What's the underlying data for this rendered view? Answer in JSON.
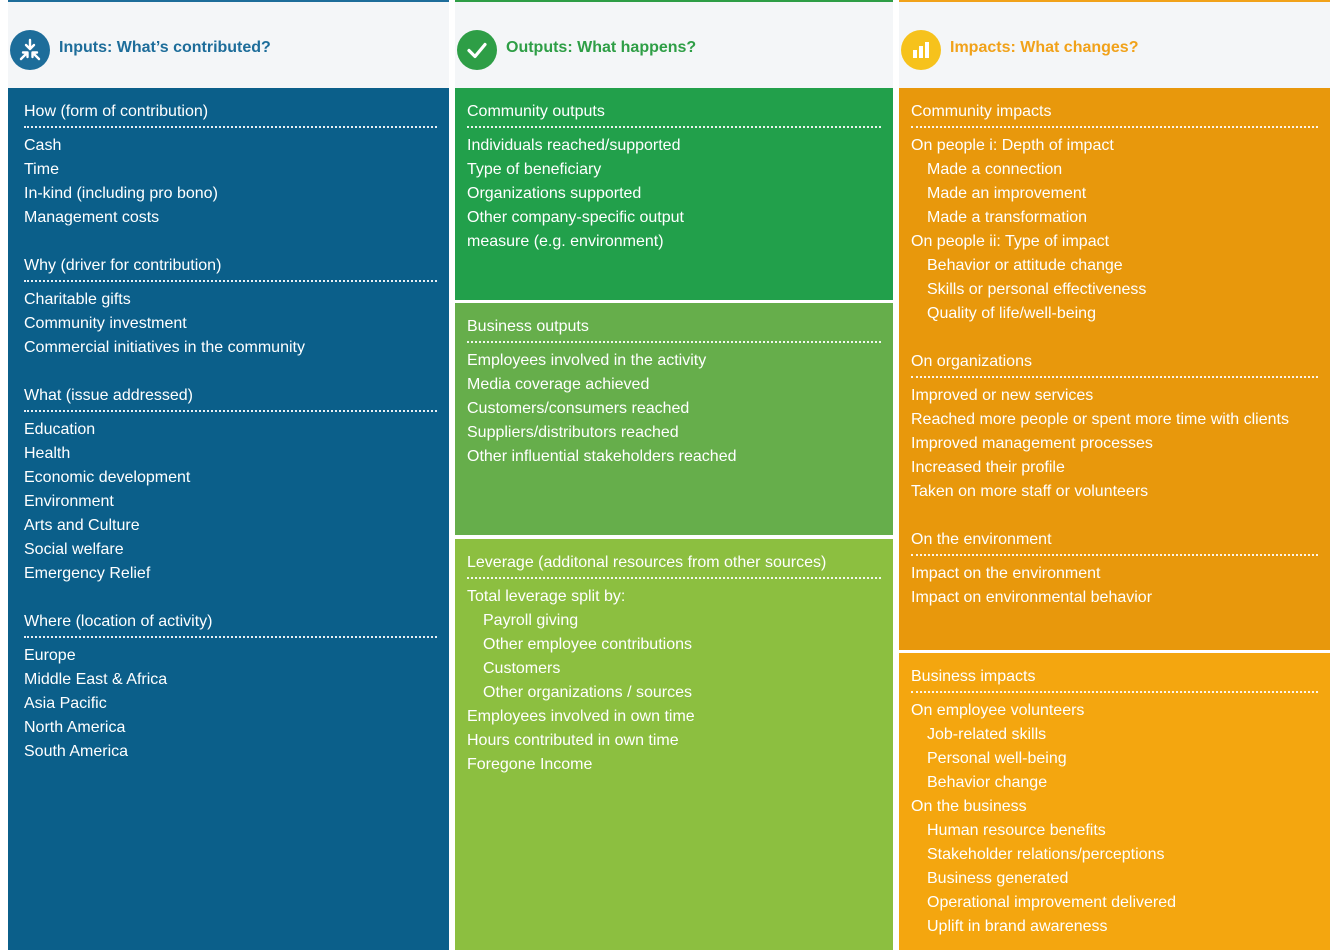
{
  "inputs": {
    "title": "Inputs: What’s contributed?",
    "icon": "inputs-arrows-icon",
    "color": "#0b5f8a",
    "sections": [
      {
        "heading": "How (form of contribution)",
        "items": [
          "Cash",
          "Time",
          "In-kind (including pro bono)",
          "Management costs"
        ]
      },
      {
        "heading": "Why (driver for contribution)",
        "items": [
          "Charitable gifts",
          "Community investment",
          "Commercial initiatives in the community"
        ]
      },
      {
        "heading": "What (issue addressed)",
        "items": [
          "Education",
          "Health",
          "Economic development",
          "Environment",
          "Arts and Culture",
          "Social welfare",
          "Emergency Relief"
        ]
      },
      {
        "heading": "Where (location of activity)",
        "items": [
          "Europe",
          "Middle East & Africa",
          "Asia Pacific",
          "North America",
          "South America"
        ]
      }
    ]
  },
  "outputs": {
    "title": "Outputs: What happens?",
    "icon": "checkmark-icon",
    "community": {
      "heading": "Community outputs",
      "color": "#22a04b",
      "items": [
        "Individuals reached/supported",
        "Type of beneficiary",
        "Organizations supported",
        "Other company-specific output",
        "measure (e.g. environment)"
      ]
    },
    "business": {
      "heading": "Business outputs",
      "color": "#66ae4b",
      "items": [
        "Employees involved in the activity",
        "Media coverage achieved",
        "Customers/consumers reached",
        "Suppliers/distributors reached",
        "Other influential stakeholders reached"
      ]
    },
    "leverage": {
      "heading": "Leverage (additonal resources from other sources)",
      "color": "#8cbf40",
      "items": [
        "Total leverage split by:",
        "Payroll giving",
        "Other employee contributions",
        "Customers",
        "Other organizations / sources",
        "Employees involved in own time",
        "Hours contributed in own time",
        "Foregone Income"
      ]
    }
  },
  "impacts": {
    "title": "Impacts: What changes?",
    "icon": "bar-chart-icon",
    "community": {
      "heading": "Community impacts",
      "color": "#e8980c",
      "groups": [
        {
          "items": [
            "On people i: Depth of impact",
            "Made a connection",
            "Made an improvement",
            "Made a transformation",
            "On people ii: Type of impact",
            "Behavior or attitude change",
            "Skills or personal effectiveness",
            "Quality of life/well-being"
          ]
        },
        {
          "heading": "On organizations",
          "items": [
            "Improved or new services",
            "Reached more people or spent more time with clients",
            "Improved management processes",
            "Increased their profile",
            "Taken on more staff or volunteers"
          ]
        },
        {
          "heading": "On the environment",
          "items": [
            "Impact on the environment",
            "Impact on environmental behavior"
          ]
        }
      ]
    },
    "business": {
      "heading": "Business impacts",
      "color": "#f4a60f",
      "items": [
        "On employee volunteers",
        "Job-related skills",
        "Personal well-being",
        "Behavior change",
        "On the business",
        "Human resource benefits",
        "Stakeholder relations/perceptions",
        "Business generated",
        "Operational improvement delivered",
        "Uplift in brand awareness"
      ]
    }
  }
}
